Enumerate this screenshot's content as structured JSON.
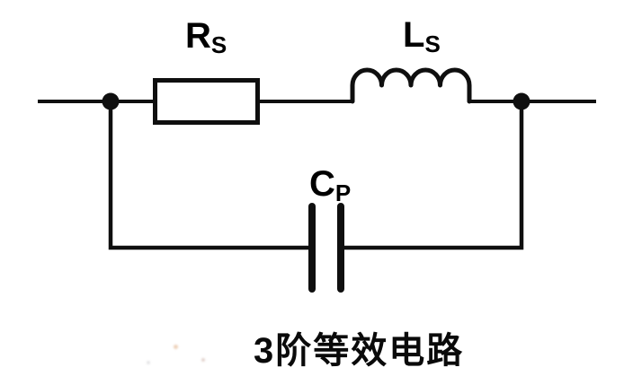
{
  "diagram": {
    "caption": "3阶等效电路",
    "labels": {
      "resistor": {
        "symbol": "R",
        "subscript": "S"
      },
      "inductor": {
        "symbol": "L",
        "subscript": "S"
      },
      "capacitor": {
        "symbol": "C",
        "subscript": "P"
      }
    },
    "colors": {
      "line": "#0f0f0f",
      "background": "#ffffff",
      "label_text": "#000000"
    }
  }
}
